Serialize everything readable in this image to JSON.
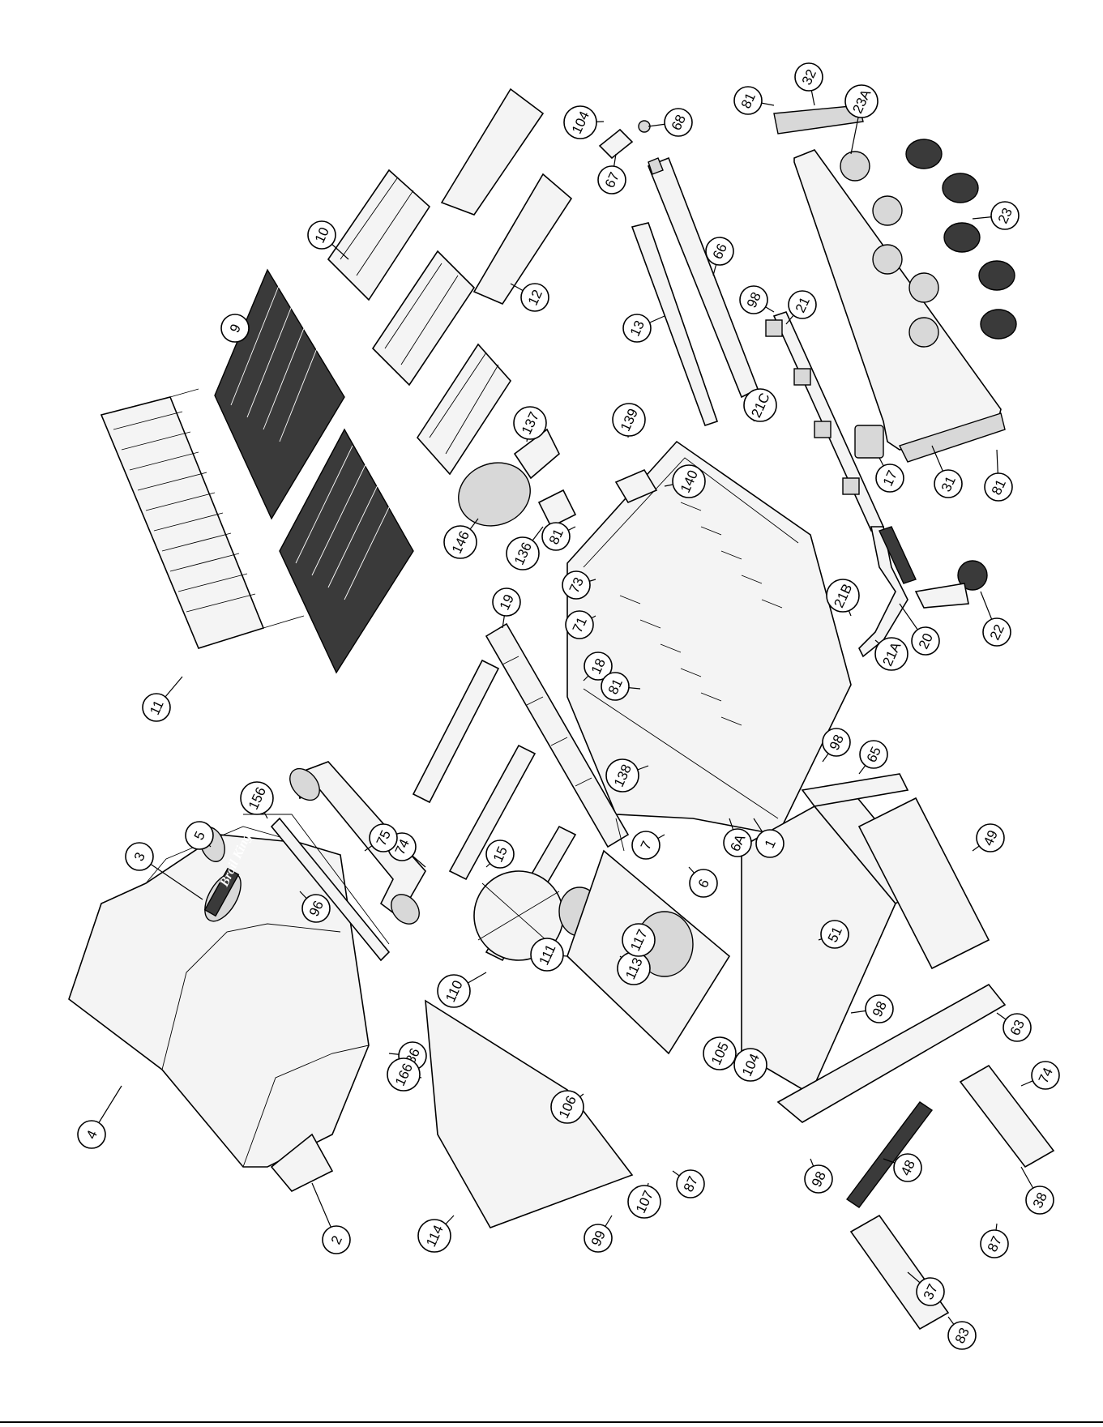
{
  "callouts": [
    {
      "label": "81"
    },
    {
      "label": "32"
    },
    {
      "label": "104"
    },
    {
      "label": "68"
    },
    {
      "label": "23A"
    },
    {
      "label": "67"
    },
    {
      "label": "10"
    },
    {
      "label": "23"
    },
    {
      "label": "66"
    },
    {
      "label": "98"
    },
    {
      "label": "9"
    },
    {
      "label": "12"
    },
    {
      "label": "21"
    },
    {
      "label": "13"
    },
    {
      "label": "139"
    },
    {
      "label": "137"
    },
    {
      "label": "21C"
    },
    {
      "label": "17"
    },
    {
      "label": "31"
    },
    {
      "label": "81"
    },
    {
      "label": "146"
    },
    {
      "label": "136"
    },
    {
      "label": "140"
    },
    {
      "label": "81"
    },
    {
      "label": "73"
    },
    {
      "label": "71"
    },
    {
      "label": "19"
    },
    {
      "label": "21B"
    },
    {
      "label": "20"
    },
    {
      "label": "22"
    },
    {
      "label": "21A"
    },
    {
      "label": "11"
    },
    {
      "label": "18"
    },
    {
      "label": "81"
    },
    {
      "label": "98"
    },
    {
      "label": "65"
    },
    {
      "label": "156"
    },
    {
      "label": "5"
    },
    {
      "label": "3"
    },
    {
      "label": "138"
    },
    {
      "label": "74"
    },
    {
      "label": "15"
    },
    {
      "label": "7"
    },
    {
      "label": "6A"
    },
    {
      "label": "1"
    },
    {
      "label": "49"
    },
    {
      "label": "6"
    },
    {
      "label": "75"
    },
    {
      "label": "96"
    },
    {
      "label": "113"
    },
    {
      "label": "117"
    },
    {
      "label": "51"
    },
    {
      "label": "110"
    },
    {
      "label": "111"
    },
    {
      "label": "98"
    },
    {
      "label": "63"
    },
    {
      "label": "4"
    },
    {
      "label": "86"
    },
    {
      "label": "104"
    },
    {
      "label": "105"
    },
    {
      "label": "166"
    },
    {
      "label": "106"
    },
    {
      "label": "74"
    },
    {
      "label": "98"
    },
    {
      "label": "87"
    },
    {
      "label": "107"
    },
    {
      "label": "48"
    },
    {
      "label": "38"
    },
    {
      "label": "2"
    },
    {
      "label": "114"
    },
    {
      "label": "99"
    },
    {
      "label": "87"
    },
    {
      "label": "37"
    },
    {
      "label": "83"
    }
  ],
  "logo": {
    "text": "Broil King"
  }
}
